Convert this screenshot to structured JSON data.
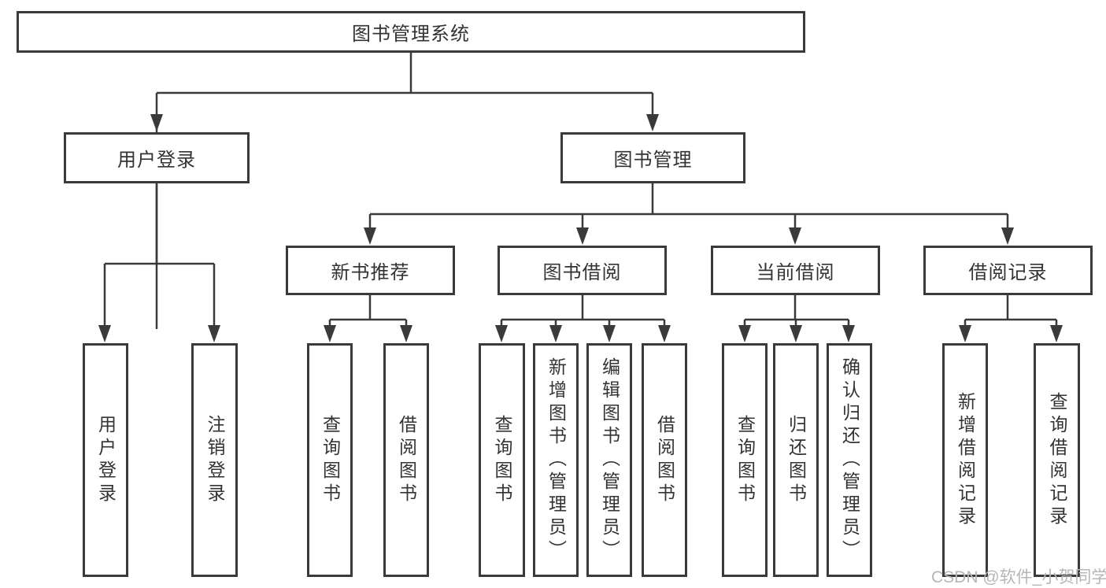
{
  "diagram_title": "图书管理系统",
  "tree": {
    "label": "图书管理系统",
    "children": [
      {
        "label": "用户登录",
        "children": [
          {
            "label": "用户登录"
          },
          {
            "label": "注销登录"
          }
        ]
      },
      {
        "label": "图书管理",
        "children": [
          {
            "label": "新书推荐",
            "children": [
              {
                "label": "查询图书"
              },
              {
                "label": "借阅图书"
              }
            ]
          },
          {
            "label": "图书借阅",
            "children": [
              {
                "label": "查询图书"
              },
              {
                "label": "新增图书（管理员）"
              },
              {
                "label": "编辑图书（管理员）"
              },
              {
                "label": "借阅图书"
              }
            ]
          },
          {
            "label": "当前借阅",
            "children": [
              {
                "label": "查询图书"
              },
              {
                "label": "归还图书"
              },
              {
                "label": "确认归还（管理员）"
              }
            ]
          },
          {
            "label": "借阅记录",
            "children": [
              {
                "label": "新增借阅记录"
              },
              {
                "label": "查询借阅记录"
              }
            ]
          }
        ]
      }
    ]
  },
  "watermark": {
    "text": "CSDN @软件_小贺同学"
  },
  "colors": {
    "line": "#3a3a3a",
    "text": "#333333",
    "background": "#ffffff",
    "watermark": "#b8b6b5"
  }
}
